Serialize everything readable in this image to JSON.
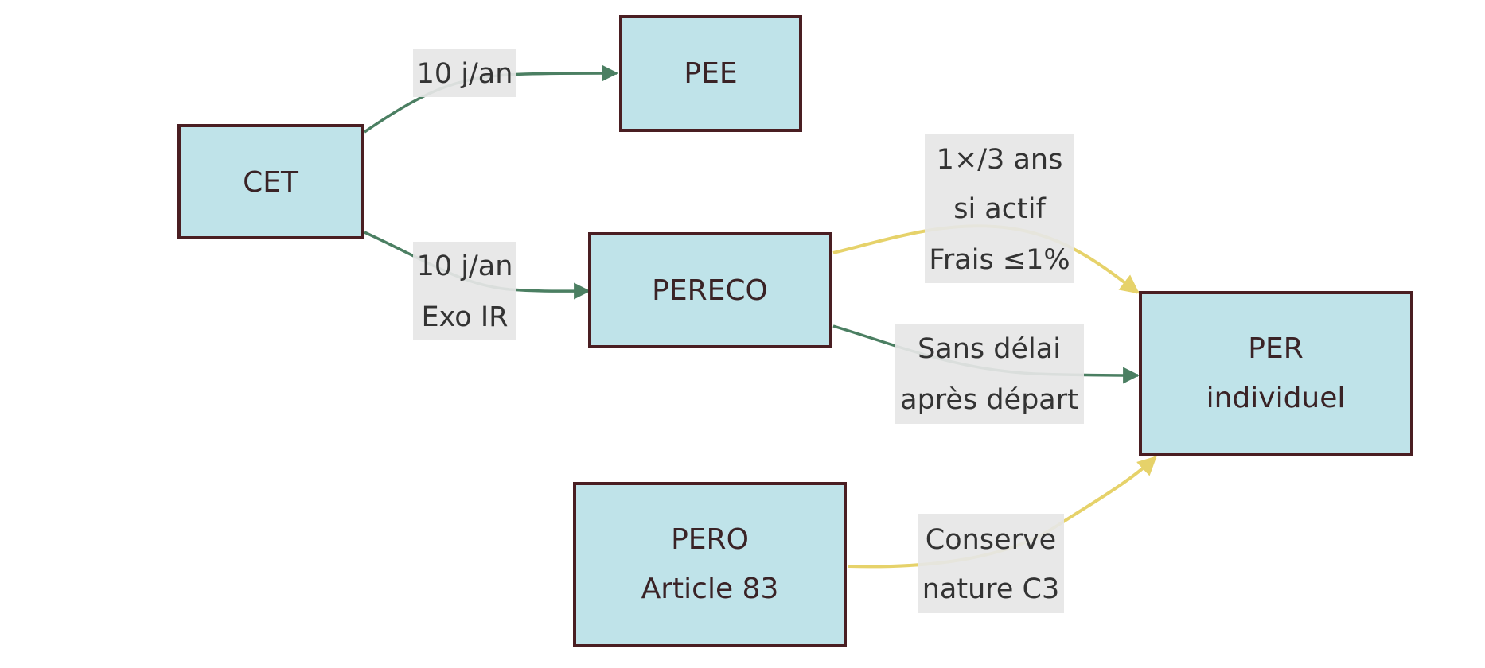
{
  "colors": {
    "node_fill": "#bfe3e9",
    "node_border": "#4a1e22",
    "green_edge": "#4b7f62",
    "yellow_edge": "#e6d26a",
    "label_bg": "#e6e6e6"
  },
  "nodes": {
    "cet": {
      "lines": [
        "CET"
      ]
    },
    "pee": {
      "lines": [
        "PEE"
      ]
    },
    "pereco": {
      "lines": [
        "PERECO"
      ]
    },
    "pero": {
      "lines": [
        "PERO",
        "Article 83"
      ]
    },
    "per": {
      "lines": [
        "PER",
        "individuel"
      ]
    }
  },
  "edges": {
    "cet_pee": {
      "color": "green",
      "label": [
        "10 j/an"
      ]
    },
    "cet_pereco": {
      "color": "green",
      "label": [
        "10 j/an",
        "Exo IR"
      ]
    },
    "pereco_per_yellow": {
      "color": "yellow",
      "label": [
        "1×/3 ans",
        "si actif",
        "Frais ≤1%"
      ]
    },
    "pereco_per_green": {
      "color": "green",
      "label": [
        "Sans délai",
        "après départ"
      ]
    },
    "pero_per": {
      "color": "yellow",
      "label": [
        "Conserve",
        "nature C3"
      ]
    }
  }
}
